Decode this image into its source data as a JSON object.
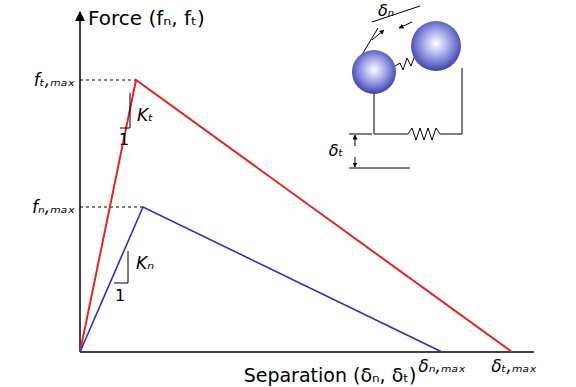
{
  "diagram": {
    "labels": [
      "Force (fₙ, fₜ)",
      "fₜ,ₘₐₓ",
      "fₙ,ₘₐₓ",
      "Kₜ",
      "1",
      "Kₙ",
      "1",
      "δₙ,ₘₐₓ",
      "δₜ,ₘₐₓ",
      "Separation (δₙ, δₜ)",
      "δₙ",
      "δₜ"
    ]
  }
}
